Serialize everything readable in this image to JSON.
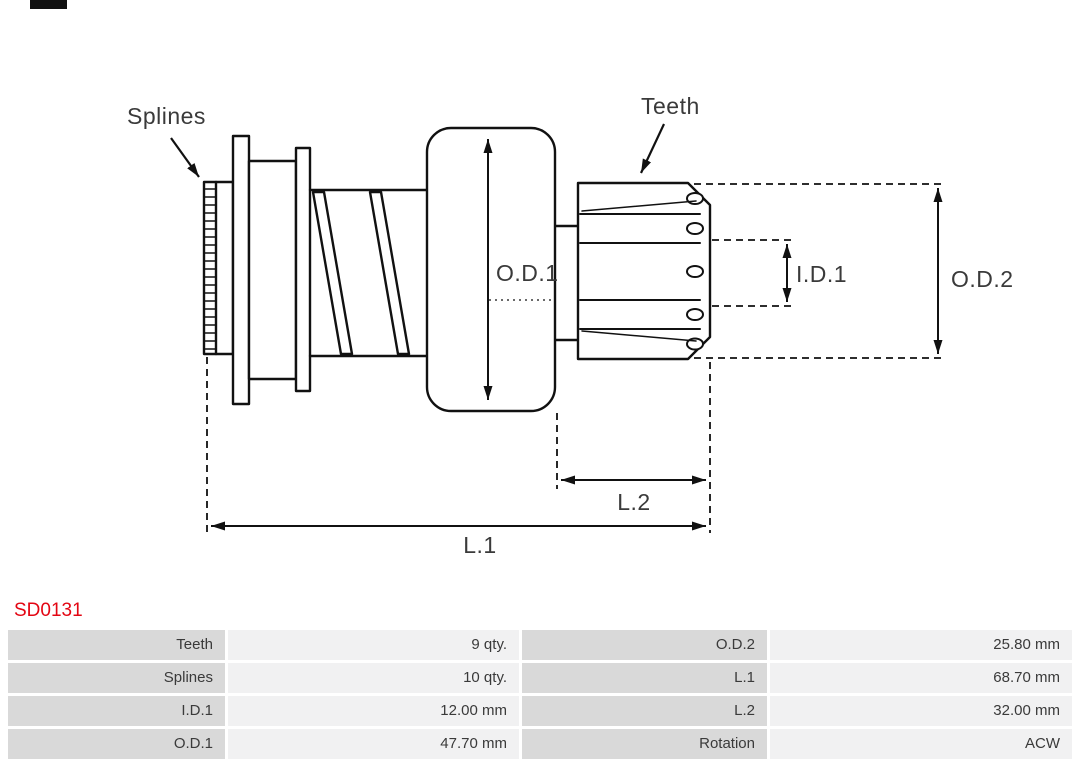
{
  "colors": {
    "part_number_color": "#e30613",
    "line_color": "#111111",
    "drawing_text_color": "#3a3a3a",
    "table_label_bg": "#d9d9d9",
    "table_value_bg": "#f1f1f2",
    "table_text_color": "#3a3a3a"
  },
  "drawing": {
    "callouts": {
      "splines": "Splines",
      "teeth": "Teeth"
    },
    "dimensions": {
      "od1": "O.D.1",
      "id1": "I.D.1",
      "od2": "O.D.2",
      "l1": "L.1",
      "l2": "L.2"
    }
  },
  "part_number": "SD0131",
  "table": {
    "rows": [
      {
        "c0": "Teeth",
        "c1": "9 qty.",
        "c2": "O.D.2",
        "c3": "25.80 mm"
      },
      {
        "c0": "Splines",
        "c1": "10 qty.",
        "c2": "L.1",
        "c3": "68.70 mm"
      },
      {
        "c0": "I.D.1",
        "c1": "12.00 mm",
        "c2": "L.2",
        "c3": "32.00 mm"
      },
      {
        "c0": "O.D.1",
        "c1": "47.70 mm",
        "c2": "Rotation",
        "c3": "ACW"
      }
    ]
  }
}
